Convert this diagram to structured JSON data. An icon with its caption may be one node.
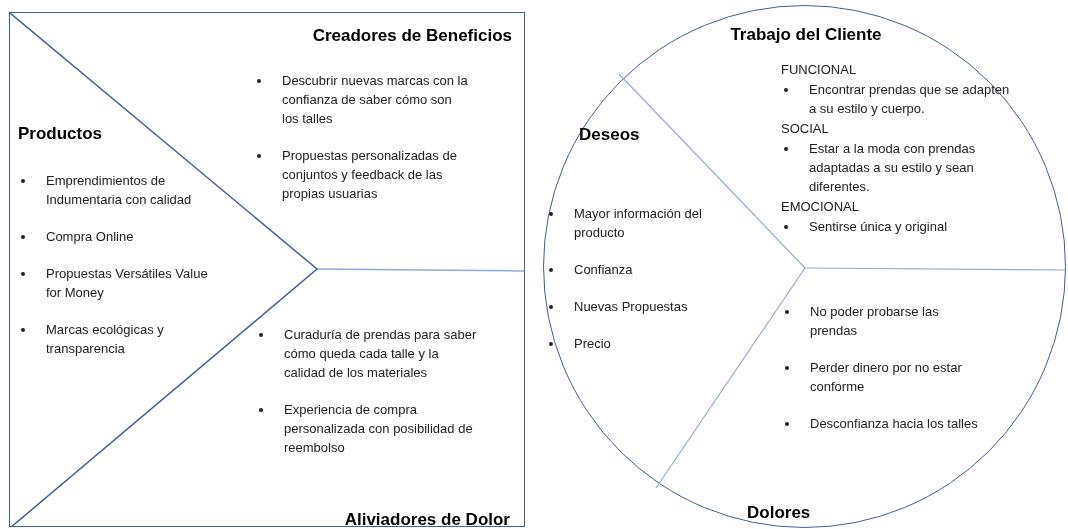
{
  "diagram": {
    "nodes": [
      {
        "text": [],
        "shape": "box"
      },
      {
        "text": [
          "Productos",
          "Emprendimientos de Indumentaria con calidad",
          "Compra Online",
          "Propuestas Versátiles Value for Money",
          "Marcas ecológicas y transparencia"
        ],
        "in": 0
      },
      {
        "text": [
          "Creadores de Beneficios",
          "Descubrir nuevas marcas con la confianza de saber  cómo son los talles",
          "Propuestas personalizadas de conjuntos y feedback de las propias usuarias"
        ],
        "in": 0
      },
      {
        "text": [
          "Curaduría de prendas para saber cómo queda cada talle y la calidad de los materiales",
          "Experiencia de compra personalizada con posibilidad de reembolso",
          "Aliviadores de Dolor"
        ],
        "in": 0
      },
      {
        "text": [],
        "shape": "circle"
      },
      {
        "text": [
          "Trabajo del Cliente",
          "FUNCIONAL",
          "Encontrar prendas que se adapten a su estilo y cuerpo.",
          "SOCIAL",
          "Estar a la moda con prendas adaptadas a su estilo y sean diferentes.",
          "EMOCIONAL",
          "Sentirse única y original"
        ],
        "in": 4
      },
      {
        "text": [
          "Deseos",
          "Mayor información del producto",
          "Confianza",
          "Nuevas Propuestas",
          "Precio"
        ],
        "in": 4
      },
      {
        "text": [
          "No poder probarse las prendas",
          "Perder dinero  por no estar conforme",
          "Desconfianza hacia los talles",
          "Dolores"
        ],
        "in": 4
      }
    ],
    "edges": []
  }
}
